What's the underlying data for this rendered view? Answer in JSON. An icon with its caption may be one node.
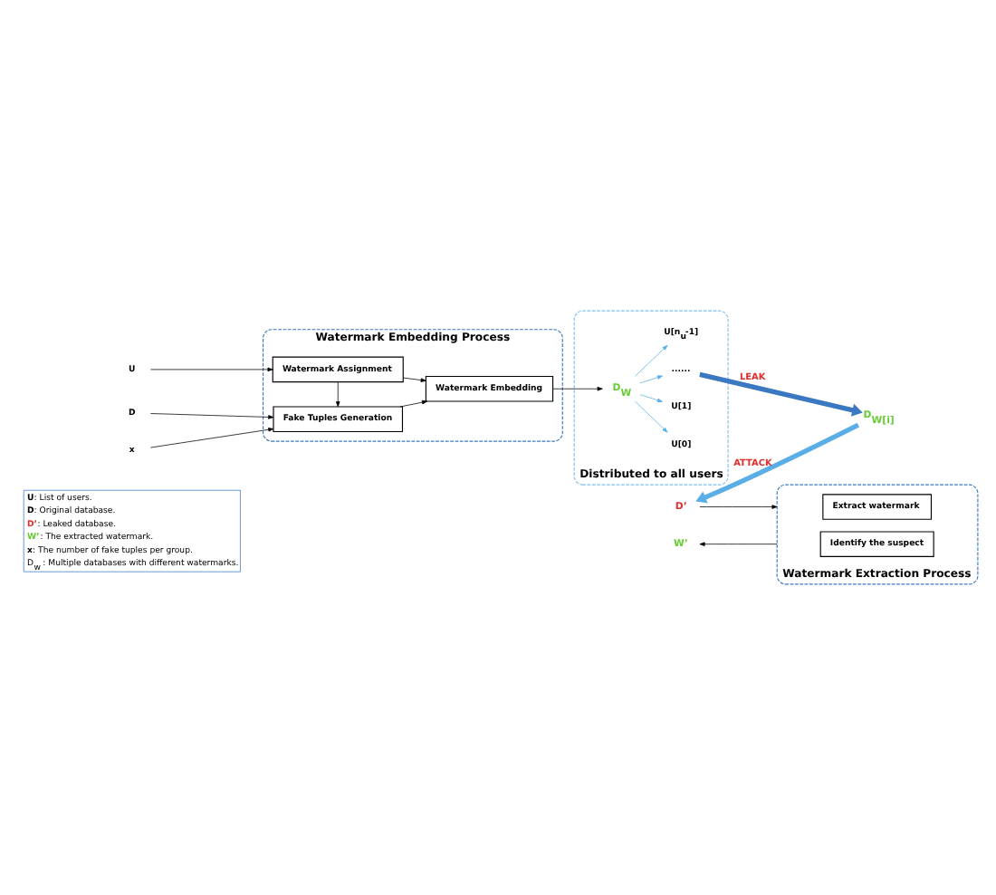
{
  "diagram": {
    "nodes": [
      {
        "text": [
          "Watermark Embedding Process"
        ]
      },
      {
        "text": [
          "Watermark Assignment"
        ],
        "in": 0
      },
      {
        "text": [
          "Fake Tuples Generation"
        ],
        "in": 0
      },
      {
        "text": [
          "Watermark Embedding"
        ],
        "in": 0
      },
      {
        "text": [
          "U"
        ]
      },
      {
        "text": [
          "D"
        ]
      },
      {
        "text": [
          "x"
        ]
      },
      {
        "text": [
          "Distributed to all users"
        ]
      },
      {
        "text": [
          "D$_{W}$"
        ],
        "in": 7
      },
      {
        "text": [
          "U[0]"
        ],
        "in": 7
      },
      {
        "text": [
          "U[1]"
        ],
        "in": 7
      },
      {
        "text": [
          "......"
        ],
        "in": 7
      },
      {
        "text": [
          "U[n$_{u}$-1]"
        ],
        "in": 7
      },
      {
        "text": [
          "D$_{W[i]}$"
        ]
      },
      {
        "text": [
          "D’"
        ]
      },
      {
        "text": [
          "Watermark Extraction Process"
        ]
      },
      {
        "text": [
          "Extract watermark"
        ],
        "in": 15
      },
      {
        "text": [
          "Identify the suspect"
        ],
        "in": 15
      },
      {
        "text": [
          "W’"
        ]
      }
    ],
    "edges": [
      {
        "from": 4,
        "to": 1,
        "arrow": "to"
      },
      {
        "from": 5,
        "to": 2,
        "arrow": "to"
      },
      {
        "from": 6,
        "to": 2,
        "arrow": "to"
      },
      {
        "from": 1,
        "to": 2,
        "arrow": "to"
      },
      {
        "from": 1,
        "to": 3,
        "arrow": "to"
      },
      {
        "from": 2,
        "to": 3,
        "arrow": "to"
      },
      {
        "from": 3,
        "to": 8,
        "arrow": "to"
      },
      {
        "from": 8,
        "to": 9,
        "arrow": "to",
        "color": "#5aaee8"
      },
      {
        "from": 8,
        "to": 10,
        "arrow": "to",
        "color": "#5aaee8"
      },
      {
        "from": 8,
        "to": 11,
        "arrow": "to",
        "color": "#5aaee8"
      },
      {
        "from": 8,
        "to": 12,
        "arrow": "to",
        "color": "#5aaee8"
      },
      {
        "from": 11,
        "to": 13,
        "arrow": "to",
        "label": "LEAK",
        "style": "thick",
        "color": "#3a78c2"
      },
      {
        "from": 13,
        "to": 14,
        "arrow": "to",
        "label": "ATTACK",
        "style": "thick",
        "color": "#5aaee8"
      },
      {
        "from": 14,
        "to": 15,
        "arrow": "to"
      },
      {
        "from": 15,
        "to": 18,
        "arrow": "to"
      }
    ],
    "labels": [
      "**U**: List of users.",
      "**D**: Original database.",
      "**D’**: Leaked database.",
      "**W’**: The extracted watermark.",
      "**x**: The number of fake tuples per group.",
      "D$_{w}$ : Multiple databases with different watermarks."
    ]
  }
}
